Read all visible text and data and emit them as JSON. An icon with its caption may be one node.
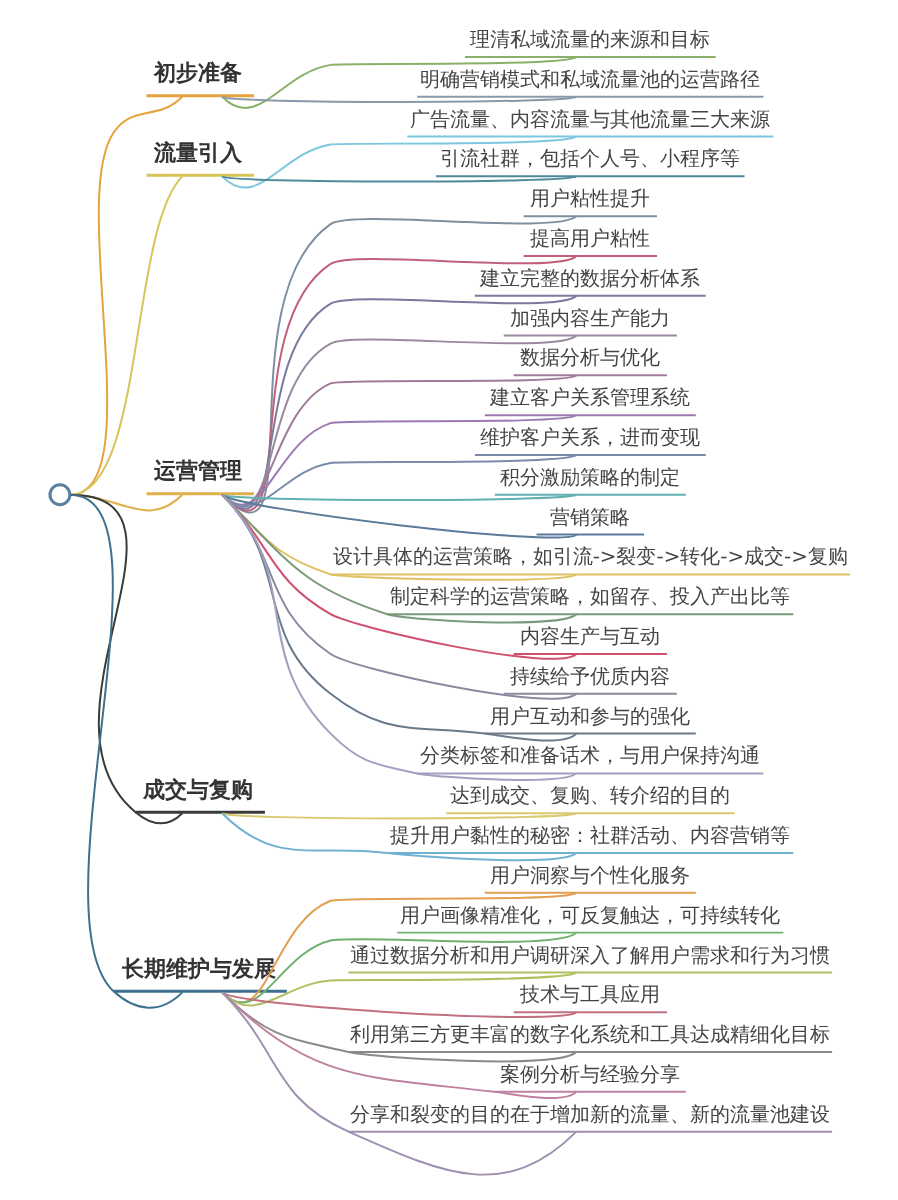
{
  "diagram": {
    "nodes": [
      {
        "text": [],
        "shape": "circle"
      },
      {
        "text": [
          "初步准备"
        ]
      },
      {
        "text": [
          "理清私域流量的来源和目标"
        ]
      },
      {
        "text": [
          "明确营销模式和私域流量池的运营路径"
        ]
      },
      {
        "text": [
          "流量引入"
        ]
      },
      {
        "text": [
          "广告流量、内容流量与其他流量三大来源"
        ]
      },
      {
        "text": [
          "引流社群，包括个人号、小程序等"
        ]
      },
      {
        "text": [
          "运营管理"
        ]
      },
      {
        "text": [
          "用户粘性提升"
        ]
      },
      {
        "text": [
          "提高用户粘性"
        ]
      },
      {
        "text": [
          "建立完整的数据分析体系"
        ]
      },
      {
        "text": [
          "加强内容生产能力"
        ]
      },
      {
        "text": [
          "数据分析与优化"
        ]
      },
      {
        "text": [
          "建立客户关系管理系统"
        ]
      },
      {
        "text": [
          "维护客户关系，进而变现"
        ]
      },
      {
        "text": [
          "积分激励策略的制定"
        ]
      },
      {
        "text": [
          "营销策略"
        ]
      },
      {
        "text": [
          "设计具体的运营策略，如引流->裂变->转化->成交->复购"
        ]
      },
      {
        "text": [
          "制定科学的运营策略，如留存、投入产出比等"
        ]
      },
      {
        "text": [
          "内容生产与互动"
        ]
      },
      {
        "text": [
          "持续给予优质内容"
        ]
      },
      {
        "text": [
          "用户互动和参与的强化"
        ]
      },
      {
        "text": [
          "分类标签和准备话术，与用户保持沟通"
        ]
      },
      {
        "text": [
          "成交与复购"
        ]
      },
      {
        "text": [
          "达到成交、复购、转介绍的目的"
        ]
      },
      {
        "text": [
          "提升用户黏性的秘密：社群活动、内容营销等"
        ]
      },
      {
        "text": [
          "长期维护与发展"
        ]
      },
      {
        "text": [
          "用户洞察与个性化服务"
        ]
      },
      {
        "text": [
          "用户画像精准化，可反复触达，可持续转化"
        ]
      },
      {
        "text": [
          "通过数据分析和用户调研深入了解用户需求和行为习惯"
        ]
      },
      {
        "text": [
          "技术与工具应用"
        ]
      },
      {
        "text": [
          "利用第三方更丰富的数字化系统和工具达成精细化目标"
        ]
      },
      {
        "text": [
          "案例分析与经验分享"
        ]
      },
      {
        "text": [
          "分享和裂变的目的在于增加新的流量、新的流量池建设"
        ]
      }
    ],
    "edges": [
      {
        "from": 0,
        "to": 1,
        "arrow": "none",
        "color": "#e6a23c"
      },
      {
        "from": 1,
        "to": 2,
        "arrow": "none",
        "color": "#8ab06a"
      },
      {
        "from": 1,
        "to": 3,
        "arrow": "none",
        "color": "#8a9aaa"
      },
      {
        "from": 0,
        "to": 4,
        "arrow": "none",
        "color": "#d9c45a"
      },
      {
        "from": 4,
        "to": 5,
        "arrow": "none",
        "color": "#7cc6e0"
      },
      {
        "from": 4,
        "to": 6,
        "arrow": "none",
        "color": "#4f8a9a"
      },
      {
        "from": 0,
        "to": 7,
        "arrow": "none",
        "color": "#e0b04a"
      },
      {
        "from": 7,
        "to": 8,
        "arrow": "none",
        "color": "#7f8f9f"
      },
      {
        "from": 7,
        "to": 9,
        "arrow": "none",
        "color": "#c0607a"
      },
      {
        "from": 7,
        "to": 10,
        "arrow": "none",
        "color": "#7a7aa0"
      },
      {
        "from": 7,
        "to": 11,
        "arrow": "none",
        "color": "#9a8aa0"
      },
      {
        "from": 7,
        "to": 12,
        "arrow": "none",
        "color": "#a07a9a"
      },
      {
        "from": 7,
        "to": 13,
        "arrow": "none",
        "color": "#9a7ab0"
      },
      {
        "from": 7,
        "to": 14,
        "arrow": "none",
        "color": "#7a8aaa"
      },
      {
        "from": 7,
        "to": 15,
        "arrow": "none",
        "color": "#60b0b0"
      },
      {
        "from": 7,
        "to": 16,
        "arrow": "none",
        "color": "#5a7a9a"
      },
      {
        "from": 7,
        "to": 17,
        "arrow": "none",
        "color": "#e0c060"
      },
      {
        "from": 7,
        "to": 18,
        "arrow": "none",
        "color": "#7a9a7a"
      },
      {
        "from": 7,
        "to": 19,
        "arrow": "none",
        "color": "#d05070"
      },
      {
        "from": 7,
        "to": 20,
        "arrow": "none",
        "color": "#8a8aa0"
      },
      {
        "from": 7,
        "to": 21,
        "arrow": "none",
        "color": "#6a7a8a"
      },
      {
        "from": 7,
        "to": 22,
        "arrow": "none",
        "color": "#a0a0c0"
      },
      {
        "from": 0,
        "to": 23,
        "arrow": "none",
        "color": "#3a3a3a"
      },
      {
        "from": 23,
        "to": 24,
        "arrow": "none",
        "color": "#d8c870"
      },
      {
        "from": 23,
        "to": 25,
        "arrow": "none",
        "color": "#70b0d0"
      },
      {
        "from": 0,
        "to": 26,
        "arrow": "none",
        "color": "#3f6f8f"
      },
      {
        "from": 26,
        "to": 27,
        "arrow": "none",
        "color": "#e0a050"
      },
      {
        "from": 26,
        "to": 28,
        "arrow": "none",
        "color": "#70b070"
      },
      {
        "from": 26,
        "to": 29,
        "arrow": "none",
        "color": "#b0c060"
      },
      {
        "from": 26,
        "to": 30,
        "arrow": "none",
        "color": "#c07080"
      },
      {
        "from": 26,
        "to": 31,
        "arrow": "none",
        "color": "#8a8a8a"
      },
      {
        "from": 26,
        "to": 32,
        "arrow": "none",
        "color": "#c080a0"
      },
      {
        "from": 26,
        "to": 33,
        "arrow": "none",
        "color": "#a090b0"
      }
    ]
  }
}
